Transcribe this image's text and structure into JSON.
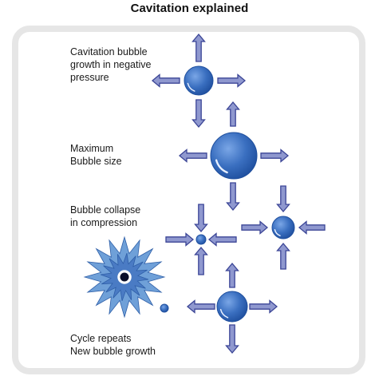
{
  "title": "Cavitation explained",
  "steps": [
    {
      "id": "growth",
      "lines": [
        "Cavitation bubble",
        "growth in negative",
        "pressure"
      ]
    },
    {
      "id": "maximum",
      "lines": [
        "Maximum",
        "Bubble size"
      ]
    },
    {
      "id": "collapse",
      "lines": [
        "Bubble collapse",
        "in compression"
      ]
    },
    {
      "id": "repeat",
      "lines": [
        "Cycle repeats",
        "New bubble growth"
      ]
    }
  ],
  "colors": {
    "bubble": "#3a6fc0",
    "bubble_dark": "#1f4f9e",
    "arrow_fill": "#8f98cf",
    "arrow_stroke": "#3b4596",
    "star_outer": "#6fa0d8",
    "star_inner": "#4a7bc4",
    "panel_border": "#e6e6e6"
  }
}
